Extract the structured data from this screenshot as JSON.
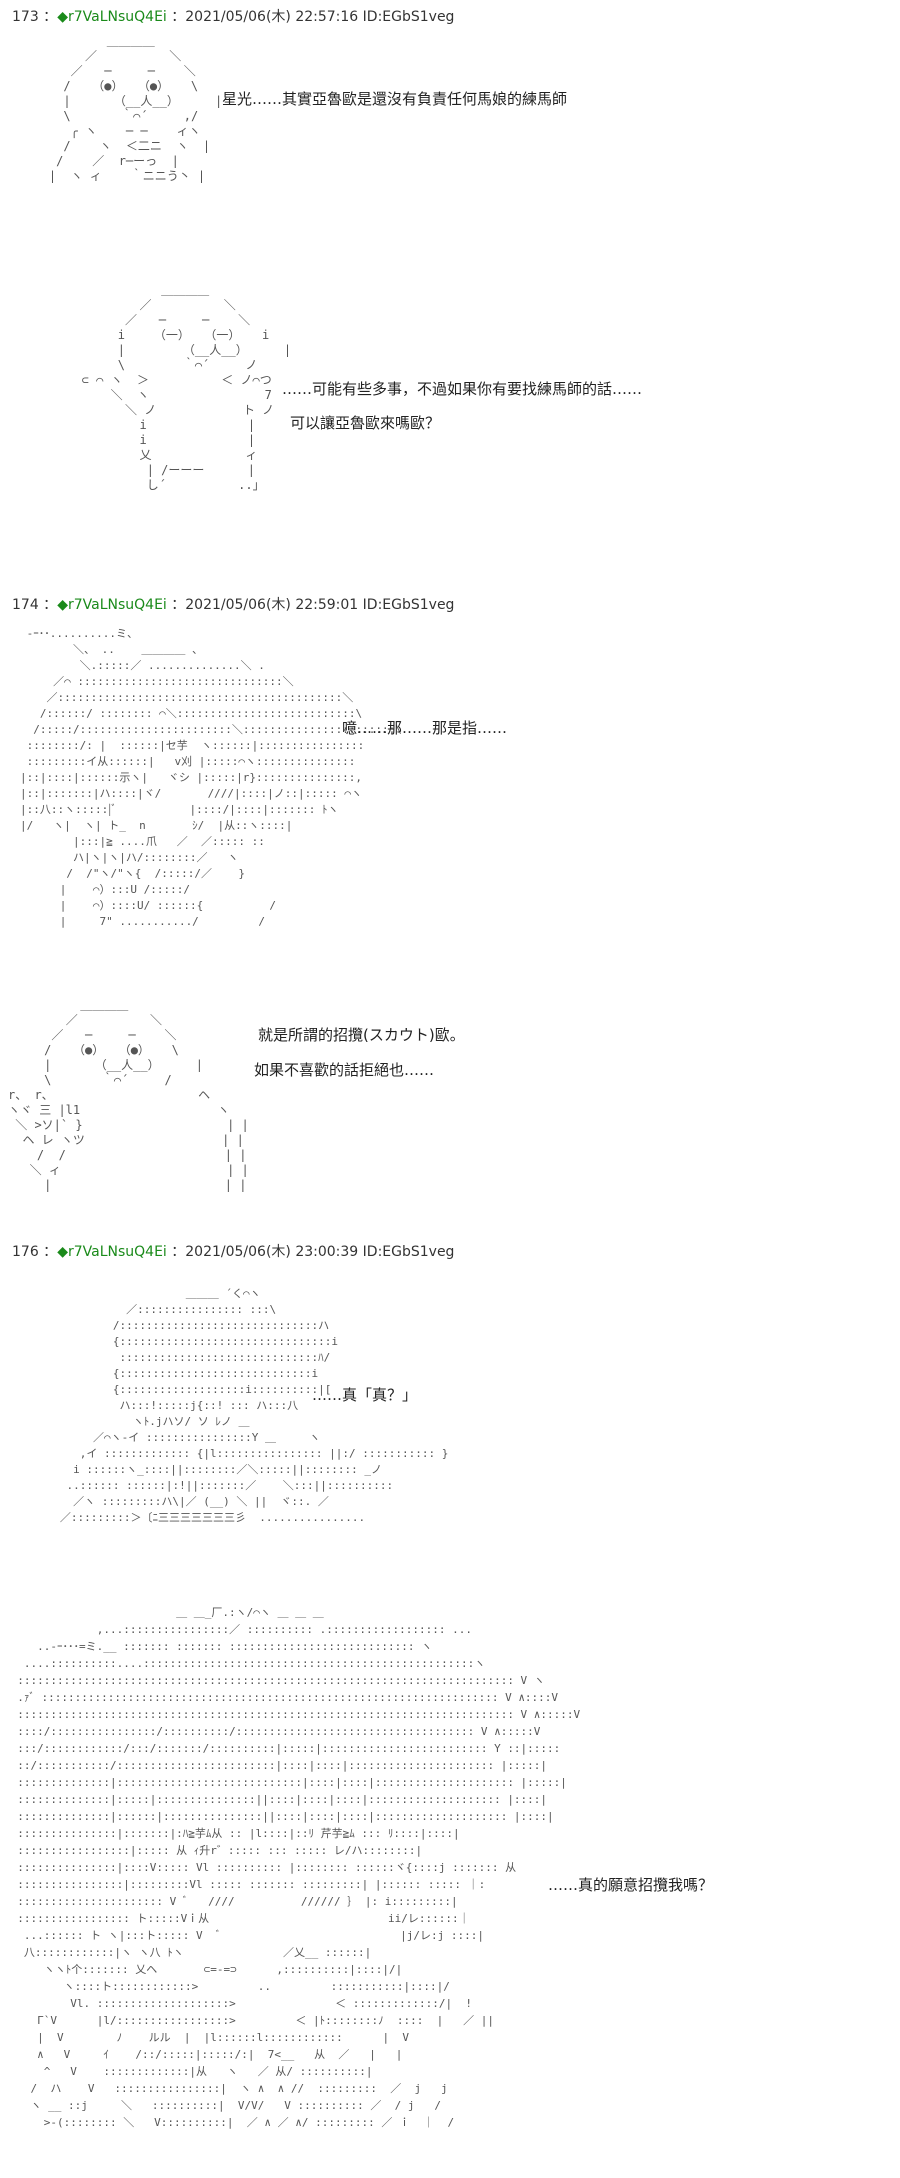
{
  "posts": [
    {
      "number": "173",
      "separator": " ：",
      "trip_mark": "◆",
      "name": "r7VaLNsuQ4Ei",
      "meta": " ：2021/05/06(木) 22:57:16 ID:EGbS1veg"
    },
    {
      "number": "174",
      "separator": " ：",
      "trip_mark": "◆",
      "name": "r7VaLNsuQ4Ei",
      "meta": " ：2021/05/06(木) 22:59:01 ID:EGbS1veg"
    },
    {
      "number": "176",
      "separator": " ：",
      "trip_mark": "◆",
      "name": "r7VaLNsuQ4Ei",
      "meta": " ：2021/05/06(木) 23:00:39 ID:EGbS1veg"
    }
  ],
  "dialogue": {
    "d1": "星光……其實亞魯歐是還沒有負責任何馬娘的練馬師",
    "d2": "……可能有些多事，不過如果你有要找練馬師的話……",
    "d3": "可以讓亞魯歐來嗎歐？",
    "d4": "噫……那……那是指……",
    "d5": "就是所謂的招攬(スカウト)歐。",
    "d6": "如果不喜歡的話拒絕也……",
    "d7": "……真「真？」",
    "d8": "……真的願意招攬我嗎？"
  },
  "ascii_art": {
    "face1": "            ＿＿＿＿\n         ／          ＼\n       ／   ─     ─    ＼\n      /   （●）  （●）   \\\n      |      （__人__）     |\n      \\       ｀⌒´     ,/\n       ╭ ヽ    ─ ─    ィヽ\n      /    ヽ  ＜二ニ  ヽ  |\n     /    ／  r─ーっ  |\n    |  ヽ ィ    ｀ニニう丶 |",
    "face2": "              ＿＿＿＿\n           ／          ＼\n         ／   ─     ─    ＼\n        i    （一）  （一）   i\n        |        （__人__）     |\n        \\        ｀⌒´     ノ\n   ⊂ ⌒ ヽ  ＞          ＜ ノ⌒つ\n       ＼  ヽ                7\n         ＼ ノ            ト ノ\n           i              |\n           i              |\n           乂             ィ\n            | /ーーー      |\n            し´          ..」",
    "girl1": " -ｰ･･..........ミ、\n        ＼、 ..    ＿＿＿＿ 、\n         ＼.:::::／ ..............＼ .\n     ／⌒ :::::::::::::::::::::::::::::::＼\n    ／:::::::::::::::::::::::::::::::::::::::::::＼\n   /::::::/ :::::::: ⌒＼:::::::::::::::::::::::::::\\\n  /:::::/:::::::::::::::::::::::＼:::::::::::::::::::::::\\\n ::::::::/: |  ::::::|セ芋  ヽ::::::|::::::::::::::::\n :::::::::イ从::::::|   v刈 |:::::⌒ヽ:::::::::::::::\n|::|::::|::::::示ヽ|   ヾシ |:::::|r}:::::::::::::::,\n|::|:::::::|ハ::::|ヾ/       ////|::::|ノ::|::::: ⌒ヽ\n|::八::ヽ:::::|ﾞ           |::::/|::::|::::::: ﾄヽ\n|/   ヽ|  ヽ| ト_  n       ｼ/  |从::ヽ::::|\n        |:::|≧ ....爪   ／  ／::::: ::\n        ハ|ヽ|ヽ|ハ/::::::::／   ヽ\n       /  /\"ヽ/\"ヽ{  /:::::/／    }\n      |    ⌒）:::U /:::::/\n      |    ⌒）::::U/ ::::::{          /\n      |     7\" .........../         /",
    "face3": "          ＿＿＿＿\n        ／          ＼\n      ／   ─     ─    ＼\n     /   （●）  （●）   \\\n     |      （__人__）     |\n     \\       ｀⌒´     /\nr、 r、                    ヘ\nヽヾ 三 |l1                   ヽ\n ＼ >ソ|` }                    | |\n  ヘ レ ヽツ                   | |\n    /  /                      | |\n   ＼ ィ                       | |\n     |                        | |",
    "girl2": "                      ＿＿＿ ´く⌒ヽ\n             ／:::::::::::::::: :::\\\n           /::::::::::::::::::::::::::::::ハ\n           {::::::::::::::::::::::::::::::::i\n            ::::::::::::::::::::::::::::::ﾊ/\n           {:::::::::::::::::::::::::::::i\n           {:::::::::::::::::::i::::::::::|[\n            ハ:::!:::::j{::! ::: ハ:::八\n              ヽﾄ.jハソ/ ソ ﾚノ ＿\n        ／⌒ヽ-イ ::::::::::::::::Y ＿     ヽ\n      ,イ ::::::::::::: {|l:::::::::::::::: ||:/ ::::::::::: }\n     i ::::::ヽ_::::||::::::::／＼:::::||:::::::: _ノ\n    ..:::::: ::::::|:!||:::::::／    ＼:::||::::::::::\n     ／ヽ :::::::::ハ\\|／ (__) ＼ ||  ヾ::. ／\n   ／:::::::::＞〔ﾆ三三三三三三三彡  ................",
    "girl3": "                          ＿ ＿_厂.:ヽ/⌒ヽ ＿ ＿ ＿\n              ,...::::::::::::::::／ :::::::::: .:::::::::::::::::: ...\n     ..-ｰ･･･=ミ.__ ::::::: ::::::: :::::::::::::::::::::::::::: ヽ\n   ....::::::::::....::::::::::::::::::::::::::::::::::::::::::::::::::ヽ\n  ::::::::::::::::::::::::::::::::::::::::::::::::::::::::::::::::::::::::::: V ヽ\n  .ｧﾞ ::::::::::::::::::::::::::::::::::::::::::::::::::::::::::::::::::::: V ∧::::V\n  ::::::::::::::::::::::::::::::::::::::::::::::::::::::::::::::::::::::::::: V ∧:::::V\n  ::::/::::::::::::::::/::::::::::/:::::::::::::::::::::::::::::::::::: V ∧:::::V\n  :::/::::::::::::/:::/:::::::/::::::::::|:::::|::::::::::::::::::::::::: Y ::|:::::\n  ::/:::::::::::/::::::::::::::::::::::::|::::|::::|:::::::::::::::::::::: |:::::|\n  ::::::::::::::|::::::::::::::::::::::::::::|::::|::::|::::::::::::::::::::: |:::::|\n  ::::::::::::::|:::::|:::::::::::::::||::::|::::|::::|:::::::::::::::::::: |::::|\n  ::::::::::::::|::::::|:::::::::::::::||::::|::::|::::|:::::::::::::::::::: |::::|\n  :::::::::::::::|:::::::|:ﾊ≧芋ﾑ从 :: |l::::|::ﾘ 芹芋≧ﾑ ::: ﾘ::::|::::|\n  :::::::::::::::::|::::: 从 ｨ升r゛::::: ::: ::::: レ/ハ::::::::|\n  :::::::::::::::|::::V::::: Vl :::::::::: |:::::::: ::::::ヾ{::::j ::::::: 从\n  ::::::::::::::::|:::::::::Vl ::::: ::::::: :::::::::| |:::::: ::::: ｜:\n  :::::::::::::::::::::: V ﾞ   ////          ////// ｝ |: i:::::::::|\n  ::::::::::::::::: ト:::::Vｉ从                           ii/レ::::::｜\n   ...:::::: ト ヽ|:::ト::::: V  ﾞ                           |j/レ:j ::::|\n   八::::::::::::|ヽ ヽ八 ﾄヽ               ／乂__ ::::::|\n      ヽヽﾄ个::::::: 乂ヘ       ⊂=-=⊃      ,::::::::::|::::|/|\n         ヽ::::ト::::::::::::>         ..         :::::::::::|::::|/\n          Vl. ::::::::::::::::::::>               ＜ :::::::::::::/|  !\n     Γ`V      |l/:::::::::::::::::>         ＜ |ﾄ::::::::ﾉ  ::::  |   ／ ||\n     |  V        ﾉ    ルル  |  |l::::::l::::::::::::      |  V\n     ∧   V     ｲ    /::/:::::|:::::/:|  7<__   从  ／   |   |\n      ^   V    :::::::::::::|从   ヽ   ／ 从/ ::::::::::|\n    /  ハ    V   ::::::::::::::::|  ヽ ∧  ∧ //  :::::::::  ／  j   j\n    ヽ __ ::j     ＼   ::::::::::|  V/V/   V :::::::::: ／  / j   /\n      >-(:::::::: ＼   V::::::::::|  ／ ∧ ／ ∧/ ::::::::: ／ ｉ  ｜  /"
  }
}
